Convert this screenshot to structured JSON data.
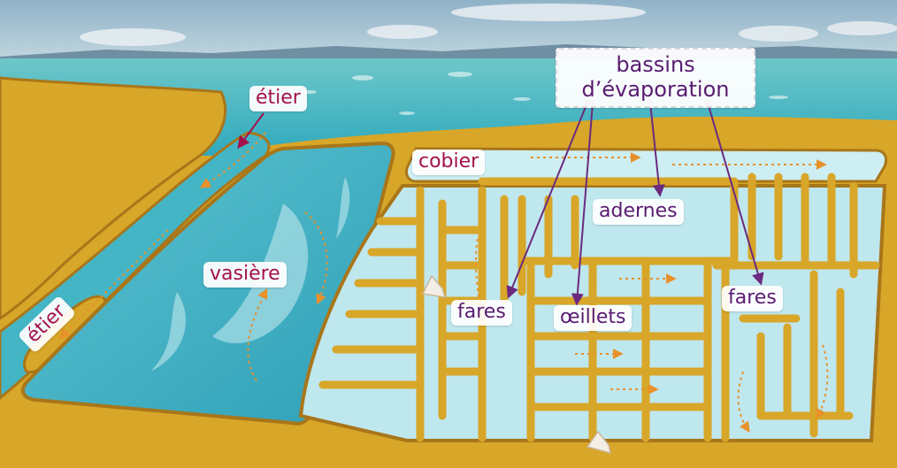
{
  "labels": {
    "etier_top": "étier",
    "etier_left": "étier",
    "vasiere": "vasière",
    "cobier": "cobier",
    "bassins_line1": "bassins",
    "bassins_line2": "d’évaporation",
    "adernes": "adernes",
    "fares_left": "fares",
    "oeillets": "œillets",
    "fares_right": "fares"
  },
  "colors": {
    "sky": "#a9c6d6",
    "sea": "#3fb5c2",
    "land": "#d8a628",
    "land_dark": "#a8761a",
    "basin_light": "#cdeef2",
    "basin_water": "#62c3cf",
    "flow_arrows": "#e8912a",
    "label_red": "#a3124a",
    "label_purple": "#5a1b72",
    "callout_line": "#6b2a7f"
  }
}
